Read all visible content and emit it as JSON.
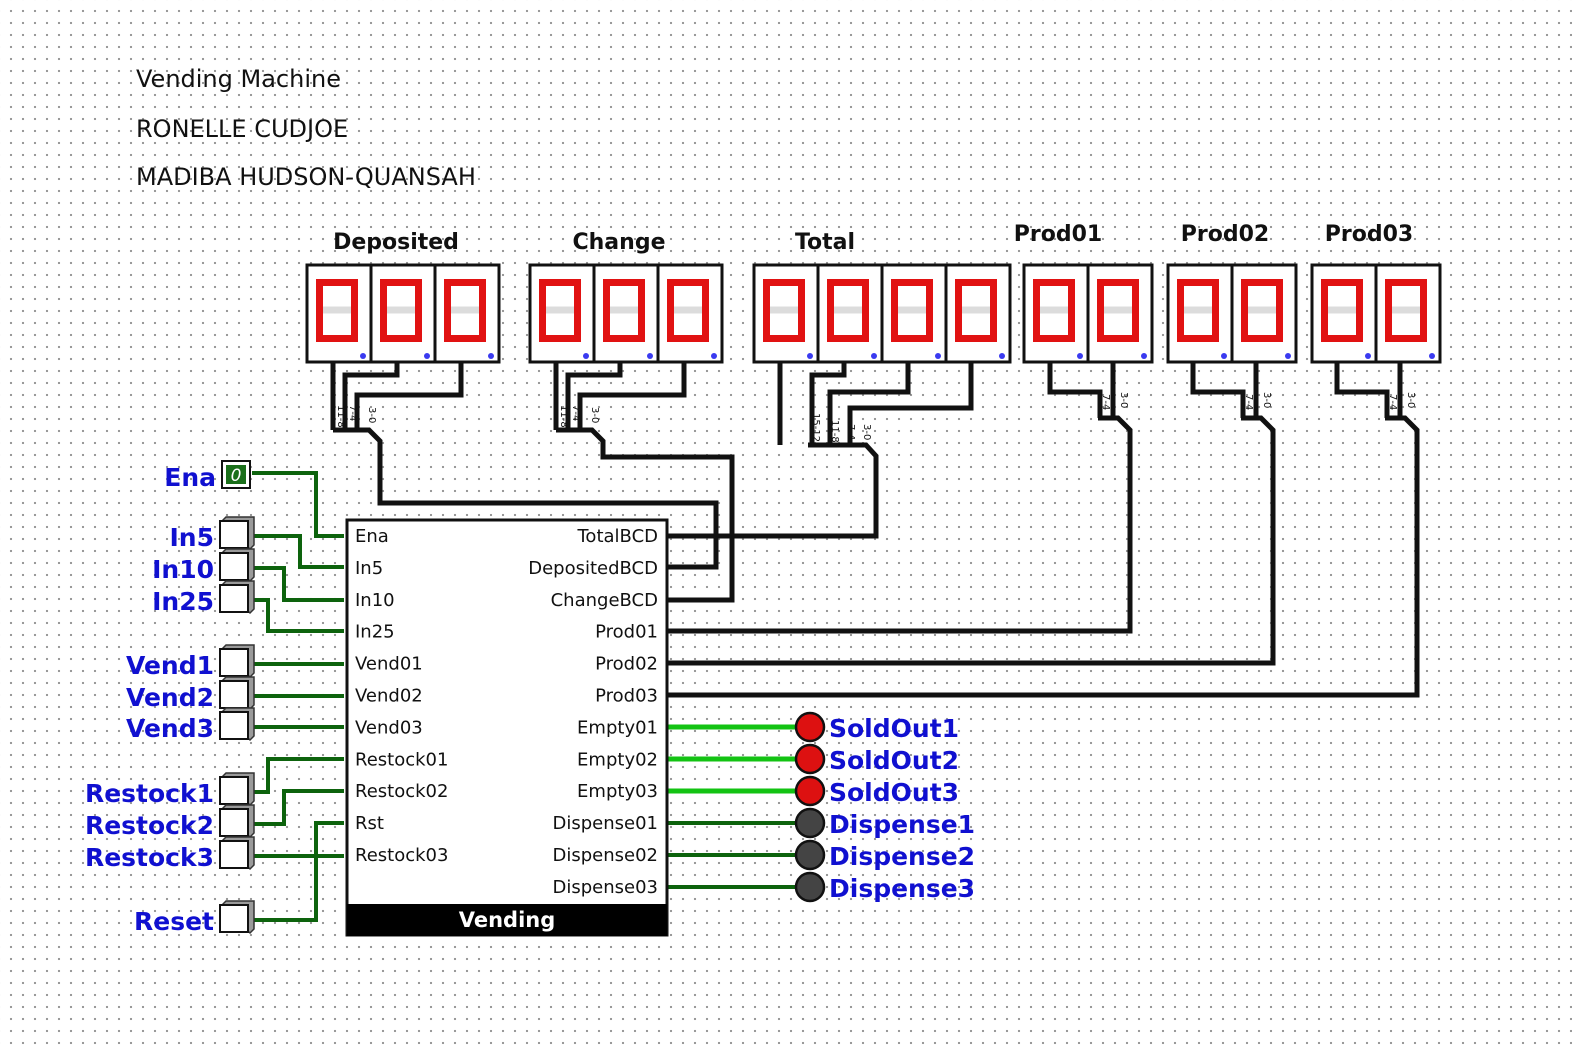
{
  "notes": {
    "line1": "Vending Machine",
    "line2": "RONELLE CUDJOE",
    "line3": "MADIBA HUDSON-QUANSAH"
  },
  "displays": [
    {
      "label": "Deposited",
      "digits": 3,
      "value": "000"
    },
    {
      "label": "Change",
      "digits": 3,
      "value": "000"
    },
    {
      "label": "Total",
      "digits": 4,
      "value": "0000"
    },
    {
      "label": "Prod01",
      "digits": 2,
      "value": "00"
    },
    {
      "label": "Prod02",
      "digits": 2,
      "value": "00"
    },
    {
      "label": "Prod03",
      "digits": 2,
      "value": "00"
    }
  ],
  "splitters": {
    "deposited": [
      "11-8",
      "7-4",
      "3-0"
    ],
    "change": [
      "11-8",
      "7-4",
      "3-0"
    ],
    "total": [
      "15-12",
      "11-8",
      "7-4",
      "3-0"
    ],
    "prod": [
      "7-4",
      "3-0"
    ]
  },
  "inputs": {
    "ena": {
      "label": "Ena",
      "value": "0"
    },
    "buttons": [
      "In5",
      "In10",
      "In25",
      "Vend1",
      "Vend2",
      "Vend3",
      "Restock1",
      "Restock2",
      "Restock3",
      "Reset"
    ]
  },
  "component": {
    "title": "Vending",
    "left_ports": [
      "Ena",
      "In5",
      "In10",
      "In25",
      "Vend01",
      "Vend02",
      "Vend03",
      "Restock01",
      "Restock02",
      "Rst",
      "Restock03"
    ],
    "right_ports": [
      "TotalBCD",
      "DepositedBCD",
      "ChangeBCD",
      "Prod01",
      "Prod02",
      "Prod03",
      "Empty01",
      "Empty02",
      "Empty03",
      "Dispense01",
      "Dispense02",
      "Dispense03"
    ]
  },
  "outputs": [
    {
      "label": "SoldOut1",
      "state": "on"
    },
    {
      "label": "SoldOut2",
      "state": "on"
    },
    {
      "label": "SoldOut3",
      "state": "on"
    },
    {
      "label": "Dispense1",
      "state": "off"
    },
    {
      "label": "Dispense2",
      "state": "off"
    },
    {
      "label": "Dispense3",
      "state": "off"
    }
  ],
  "colors": {
    "segment_on": "#e11212",
    "segment_off": "#dcdcdc",
    "label_blue": "#1010d0",
    "wire_true": "#13c313",
    "wire_false": "#0d630d",
    "led_on": "#dd1111",
    "led_off": "#444444"
  }
}
